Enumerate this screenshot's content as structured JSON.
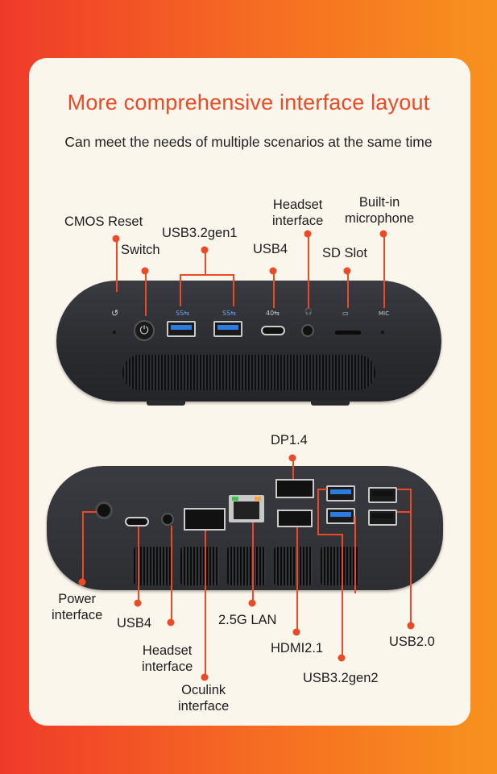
{
  "header": {
    "title": "More comprehensive interface layout",
    "subtitle": "Can meet the needs of multiple scenarios at the same time"
  },
  "front_labels": {
    "cmos": "CMOS Reset",
    "switch": "Switch",
    "usb32gen1": "USB3.2gen1",
    "usb4": "USB4",
    "headset": "Headset\ninterface",
    "sd": "SD Slot",
    "mic": "Built-in\nmicrophone"
  },
  "front_icons": {
    "reset": "↺",
    "ss1": "SS⇆",
    "ss2": "SS⇆",
    "usb4": "40⇆",
    "headset": "🎧",
    "sd": "▭",
    "mic": "MIC"
  },
  "back_labels": {
    "dp": "DP1.4",
    "power": "Power\ninterface",
    "usb4": "USB4",
    "lan": "2.5G LAN",
    "headset": "Headset\ninterface",
    "hdmi": "HDMI2.1",
    "usb32gen2": "USB3.2gen2",
    "usb20": "USB2.0",
    "oculink": "Oculink\ninterface"
  },
  "colors": {
    "accent": "#ea4a26",
    "card": "#fbf6ec",
    "device": "#2d2e32"
  }
}
